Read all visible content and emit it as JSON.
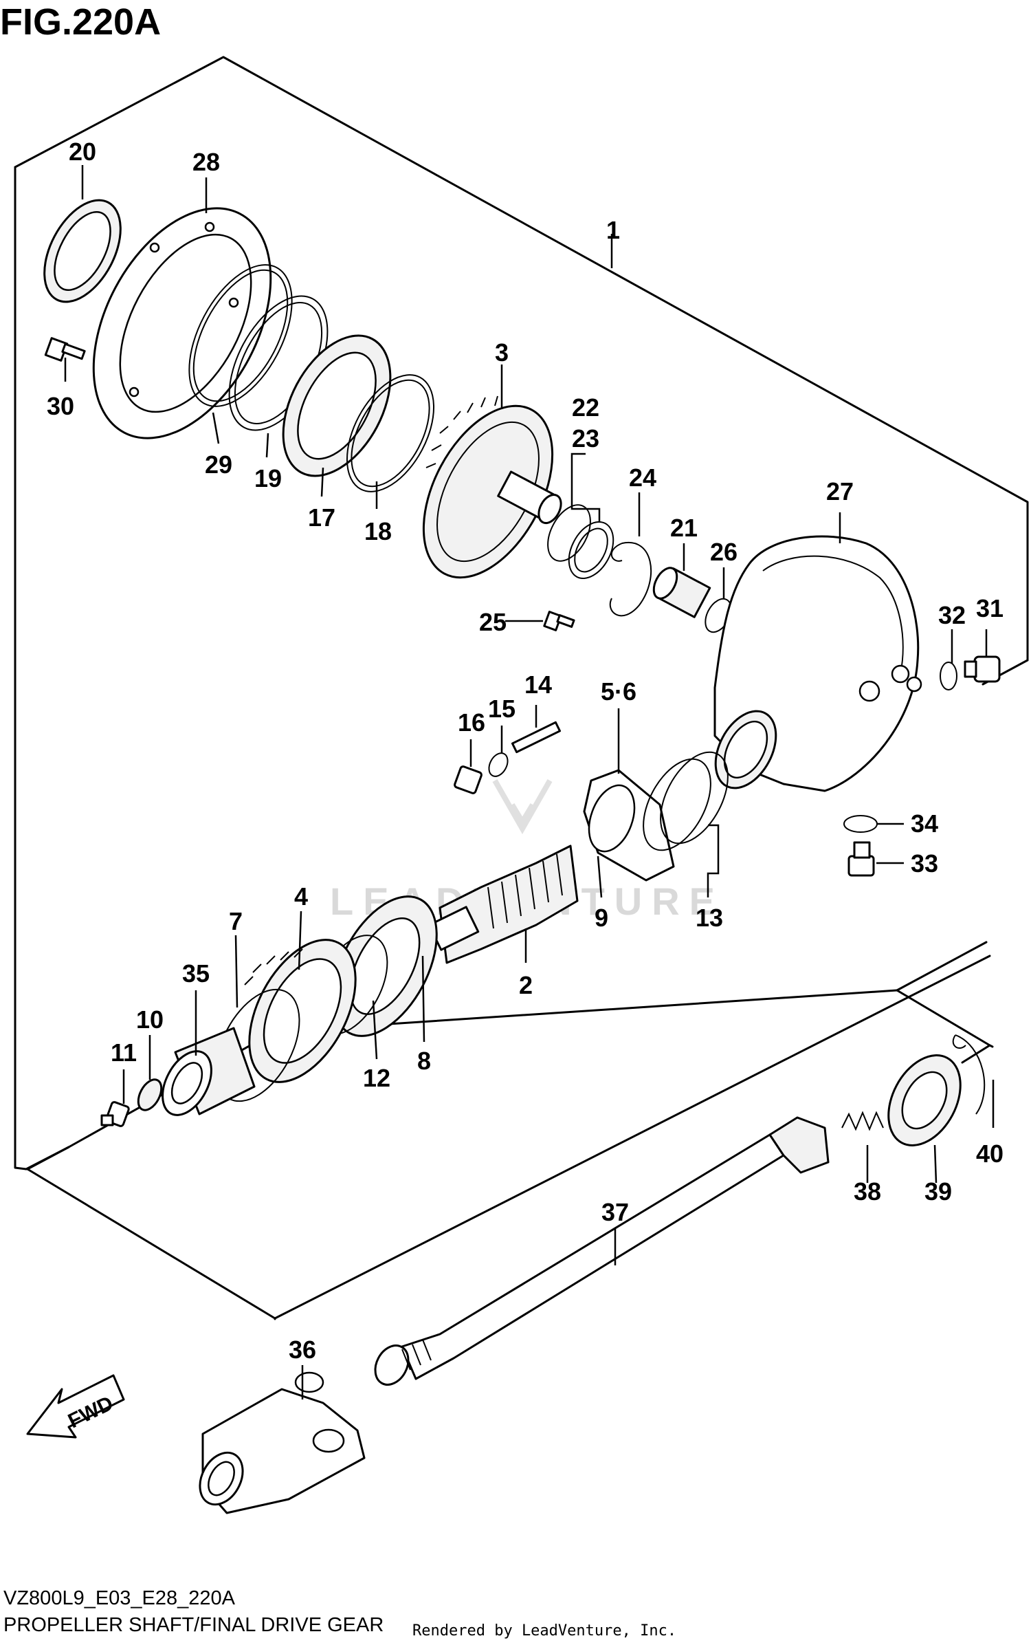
{
  "figure": {
    "title": "FIG.220A",
    "model_code": "VZ800L9_E03_E28_220A",
    "section_name": "PROPELLER SHAFT/FINAL DRIVE GEAR",
    "credit": "Rendered by LeadVenture, Inc.",
    "watermark": "LEADVENTURE",
    "fwd_label": "FWD"
  },
  "callouts": [
    "1",
    "2",
    "3",
    "4",
    "5·6",
    "7",
    "8",
    "9",
    "10",
    "11",
    "12",
    "13",
    "14",
    "15",
    "16",
    "17",
    "18",
    "19",
    "20",
    "21",
    "22",
    "23",
    "24",
    "25",
    "26",
    "27",
    "28",
    "29",
    "30",
    "31",
    "32",
    "33",
    "34",
    "35",
    "36",
    "37",
    "38",
    "39",
    "40"
  ]
}
